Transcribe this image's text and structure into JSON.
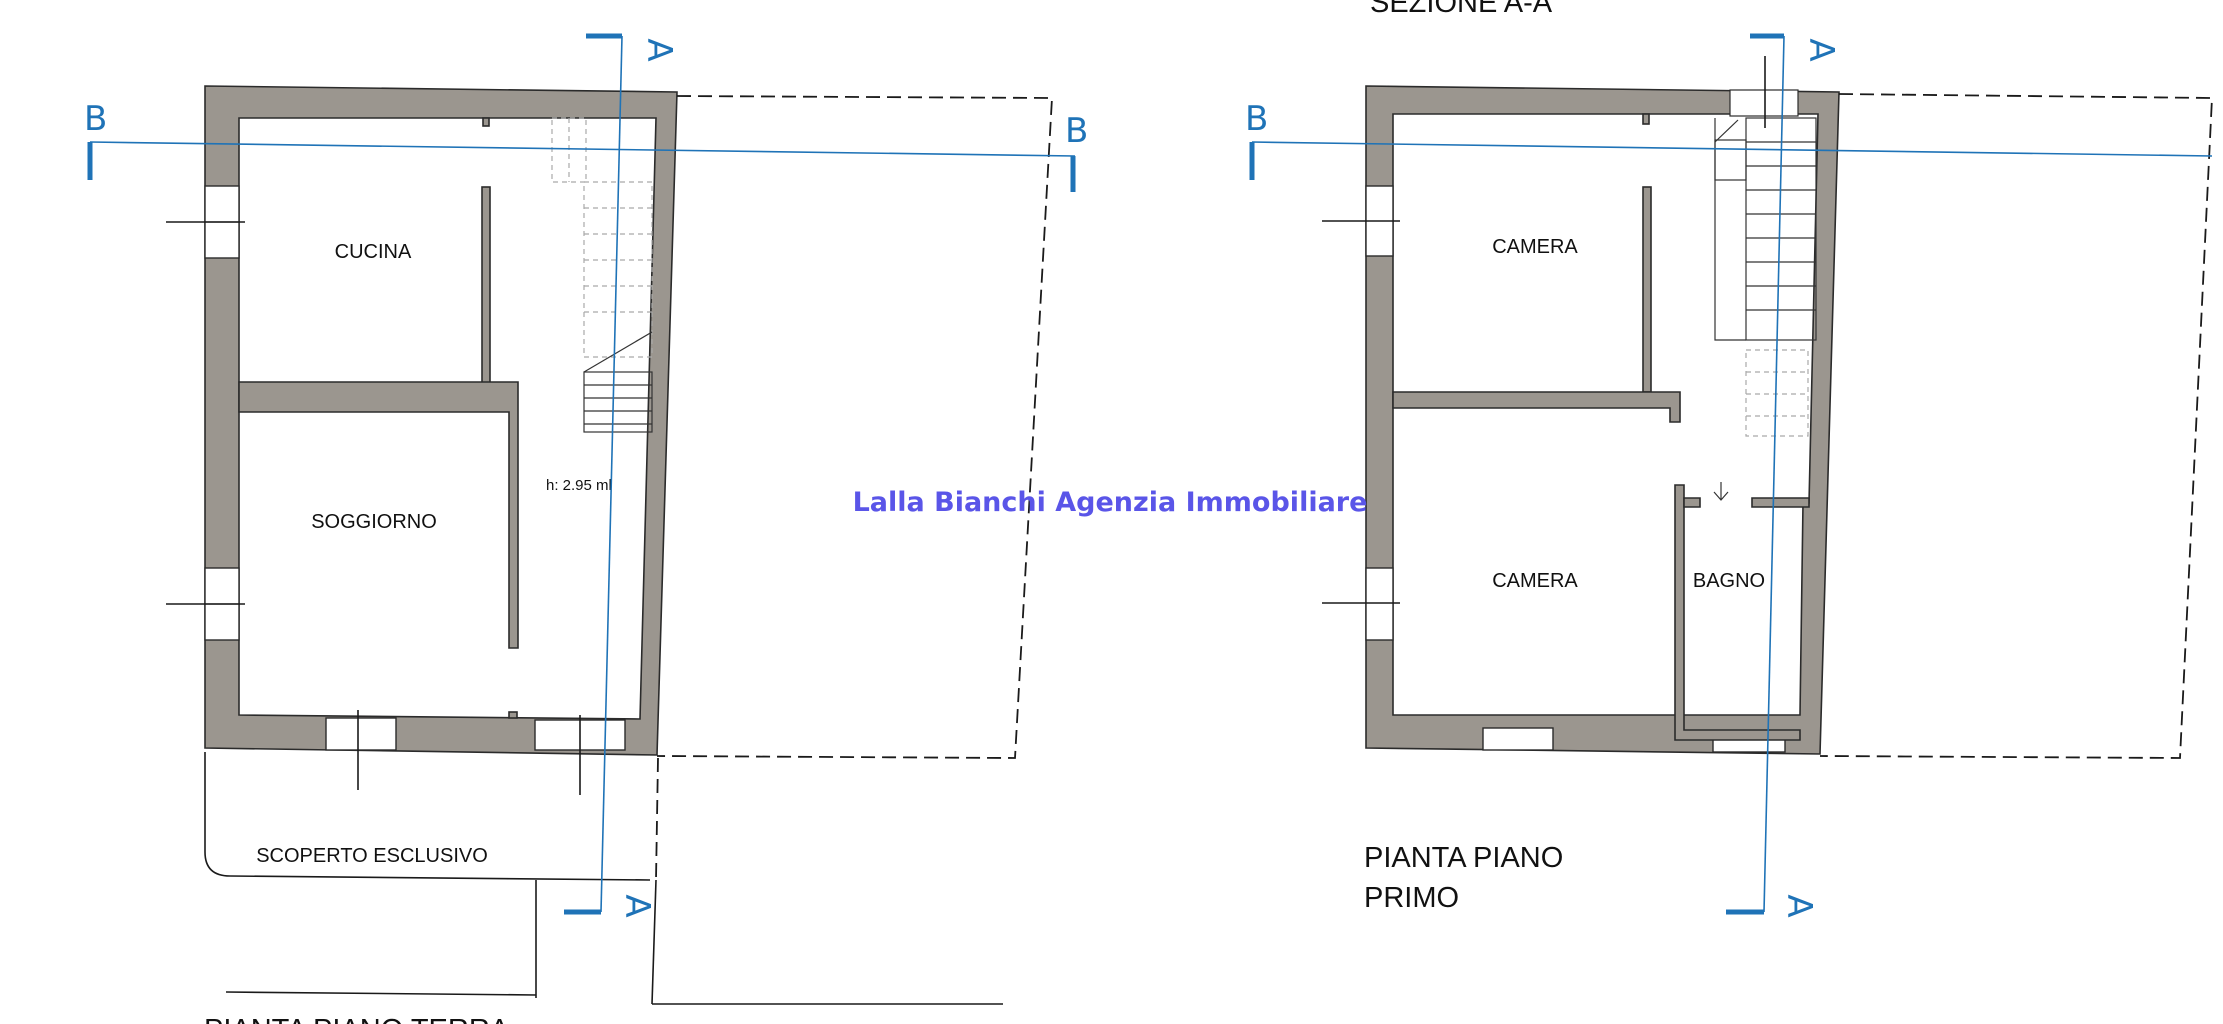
{
  "ground_floor": {
    "rooms": {
      "kitchen": "CUCINA",
      "living": "SOGGIORNO",
      "height_note": "h: 2.95 ml",
      "yard": "SCOPERTO ESCLUSIVO"
    },
    "title": "PIANTA PIANO TERRA"
  },
  "first_floor": {
    "rooms": {
      "bedroom_1": "CAMERA",
      "bedroom_2": "CAMERA",
      "bathroom": "BAGNO"
    },
    "title_line_1": "PIANTA PIANO",
    "title_line_2": "PRIMO"
  },
  "section_labels": {
    "a": "A",
    "b": "B",
    "section_title": "SEZIONE A-A"
  },
  "watermark": "Lalla Bianchi Agenzia Immobiliare",
  "colors": {
    "wall_fill": "#9b968f",
    "section_line": "#1f73b7",
    "watermark": "#5a55e8"
  }
}
